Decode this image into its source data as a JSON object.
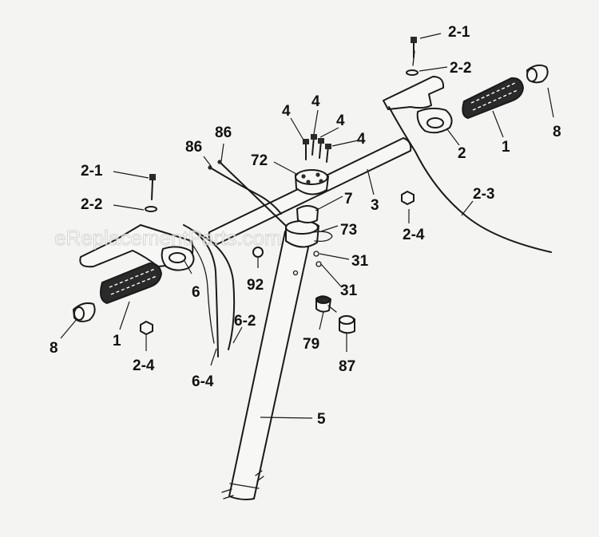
{
  "watermark": "eReplacementParts.com",
  "labels": {
    "l_2_1_top": "2-1",
    "l_2_2_top": "2-2",
    "l_8_right": "8",
    "l_1_right": "1",
    "l_2_right": "2",
    "l_4_a": "4",
    "l_4_b": "4",
    "l_4_c": "4",
    "l_4_d": "4",
    "l_86_a": "86",
    "l_86_b": "86",
    "l_72": "72",
    "l_7": "7",
    "l_3": "3",
    "l_2_3": "2-3",
    "l_2_4_right": "2-4",
    "l_73": "73",
    "l_2_1_left": "2-1",
    "l_2_2_left": "2-2",
    "l_31_a": "31",
    "l_31_b": "31",
    "l_92": "92",
    "l_6": "6",
    "l_6_2": "6-2",
    "l_6_4": "6-4",
    "l_8_left": "8",
    "l_1_left": "1",
    "l_2_4_left": "2-4",
    "l_79": "79",
    "l_87": "87",
    "l_5": "5"
  }
}
